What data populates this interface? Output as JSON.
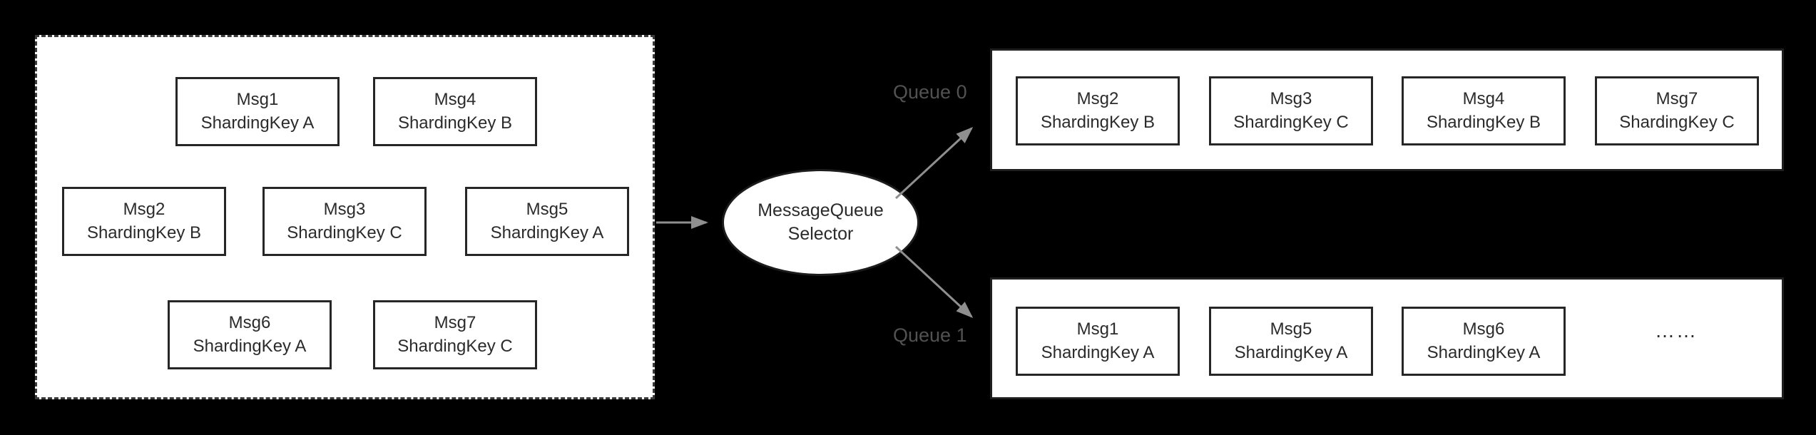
{
  "diagram": {
    "source_messages": [
      {
        "name": "Msg1",
        "key": "ShardingKey A"
      },
      {
        "name": "Msg4",
        "key": "ShardingKey B"
      },
      {
        "name": "Msg2",
        "key": "ShardingKey B"
      },
      {
        "name": "Msg3",
        "key": "ShardingKey C"
      },
      {
        "name": "Msg5",
        "key": "ShardingKey A"
      },
      {
        "name": "Msg6",
        "key": "ShardingKey A"
      },
      {
        "name": "Msg7",
        "key": "ShardingKey C"
      }
    ],
    "selector": {
      "line1": "MessageQueue",
      "line2": "Selector"
    },
    "queue0": {
      "label": "Queue 0",
      "messages": [
        {
          "name": "Msg2",
          "key": "ShardingKey B"
        },
        {
          "name": "Msg3",
          "key": "ShardingKey C"
        },
        {
          "name": "Msg4",
          "key": "ShardingKey B"
        },
        {
          "name": "Msg7",
          "key": "ShardingKey C"
        }
      ]
    },
    "queue1": {
      "label": "Queue 1",
      "messages": [
        {
          "name": "Msg1",
          "key": "ShardingKey A"
        },
        {
          "name": "Msg5",
          "key": "ShardingKey A"
        },
        {
          "name": "Msg6",
          "key": "ShardingKey A"
        }
      ],
      "ellipsis": "……"
    },
    "colors": {
      "background": "#000000",
      "box_fill": "#ffffff",
      "box_border": "#262626",
      "arrow": "#8f8f8f",
      "queue_label": "#525252"
    }
  }
}
